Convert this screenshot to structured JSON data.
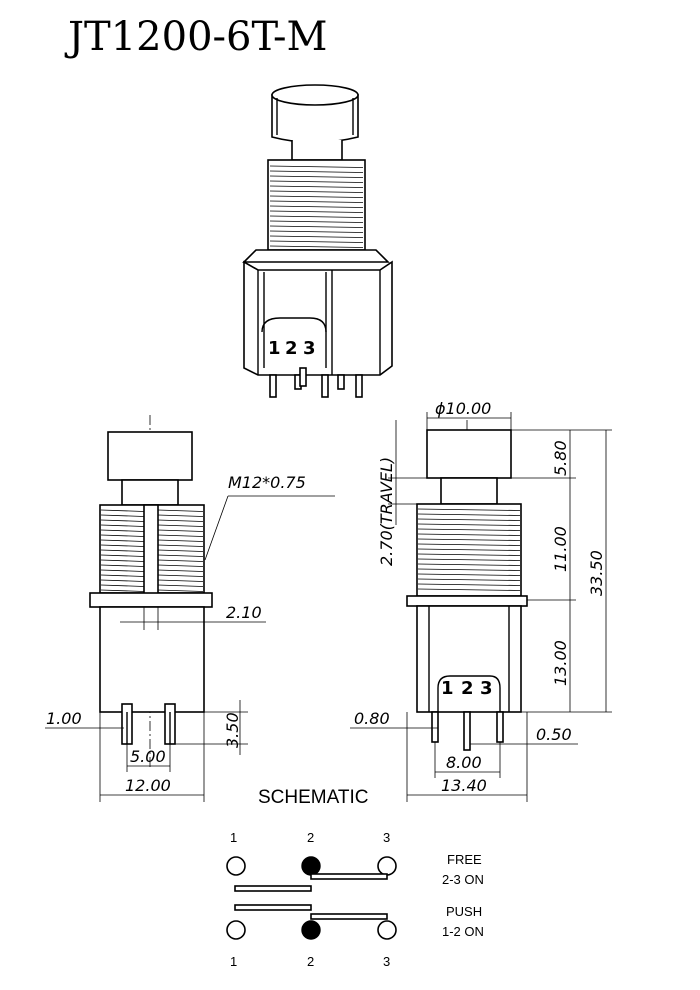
{
  "title": "JT1200-6T-M",
  "pin_labels_3d": [
    "1",
    "2",
    "3"
  ],
  "front_view": {
    "thread_label": "M12*0.75",
    "dims": {
      "plunger_offset": "2.10",
      "pin_width": "1.00",
      "pin_length": "3.50",
      "pin_spacing": "5.00",
      "body_width": "12.00"
    }
  },
  "side_view": {
    "pin_labels": [
      "1",
      "2",
      "3"
    ],
    "dims": {
      "cap_diameter": "ϕ10.00",
      "travel": "2.70(TRAVEL)",
      "cap_height": "5.80",
      "thread_length": "11.00",
      "body_height": "13.00",
      "total_height": "33.50",
      "pin_width": "0.80",
      "pin_thickness": "0.50",
      "pin_spacing": "8.00",
      "body_depth": "13.40"
    }
  },
  "schematic": {
    "title": "SCHEMATIC",
    "top_pins": [
      "1",
      "2",
      "3"
    ],
    "bottom_pins": [
      "1",
      "2",
      "3"
    ],
    "free_label": "FREE",
    "free_state": "2-3 ON",
    "push_label": "PUSH",
    "push_state": "1-2 ON"
  }
}
